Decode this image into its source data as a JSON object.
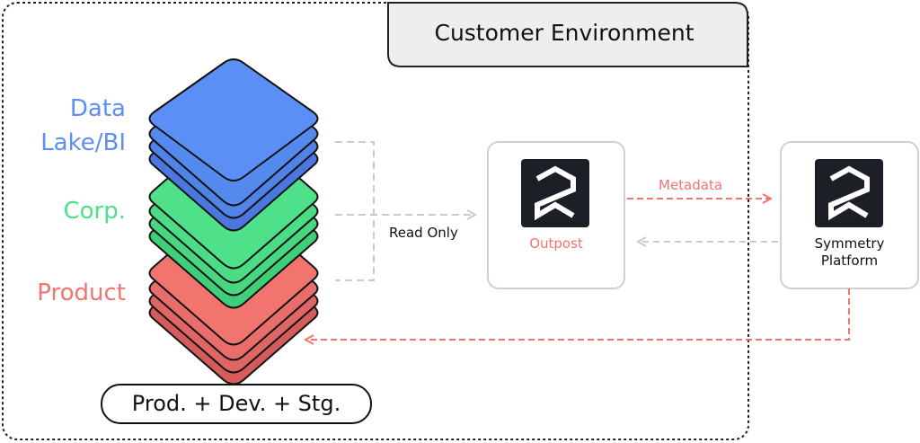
{
  "environment": {
    "title": "Customer Environment"
  },
  "stack": {
    "layers": [
      {
        "label_lines": [
          "Data",
          "Lake/BI"
        ],
        "color": "#5b8ff5"
      },
      {
        "label_lines": [
          "Corp."
        ],
        "color": "#4fe08a"
      },
      {
        "label_lines": [
          "Product"
        ],
        "color": "#f2746f"
      }
    ],
    "environments_label": "Prod. + Dev. + Stg."
  },
  "connections": {
    "read_only_label": "Read Only",
    "metadata_label": "Metadata"
  },
  "outpost": {
    "label": "Outpost",
    "label_color": "#f2746f"
  },
  "platform": {
    "label_lines": [
      "Symmetry",
      "Platform"
    ]
  },
  "colors": {
    "dashed_gray": "#c9c9d6",
    "dashed_red": "#f2746f",
    "logo_bg": "#1c1f26"
  }
}
